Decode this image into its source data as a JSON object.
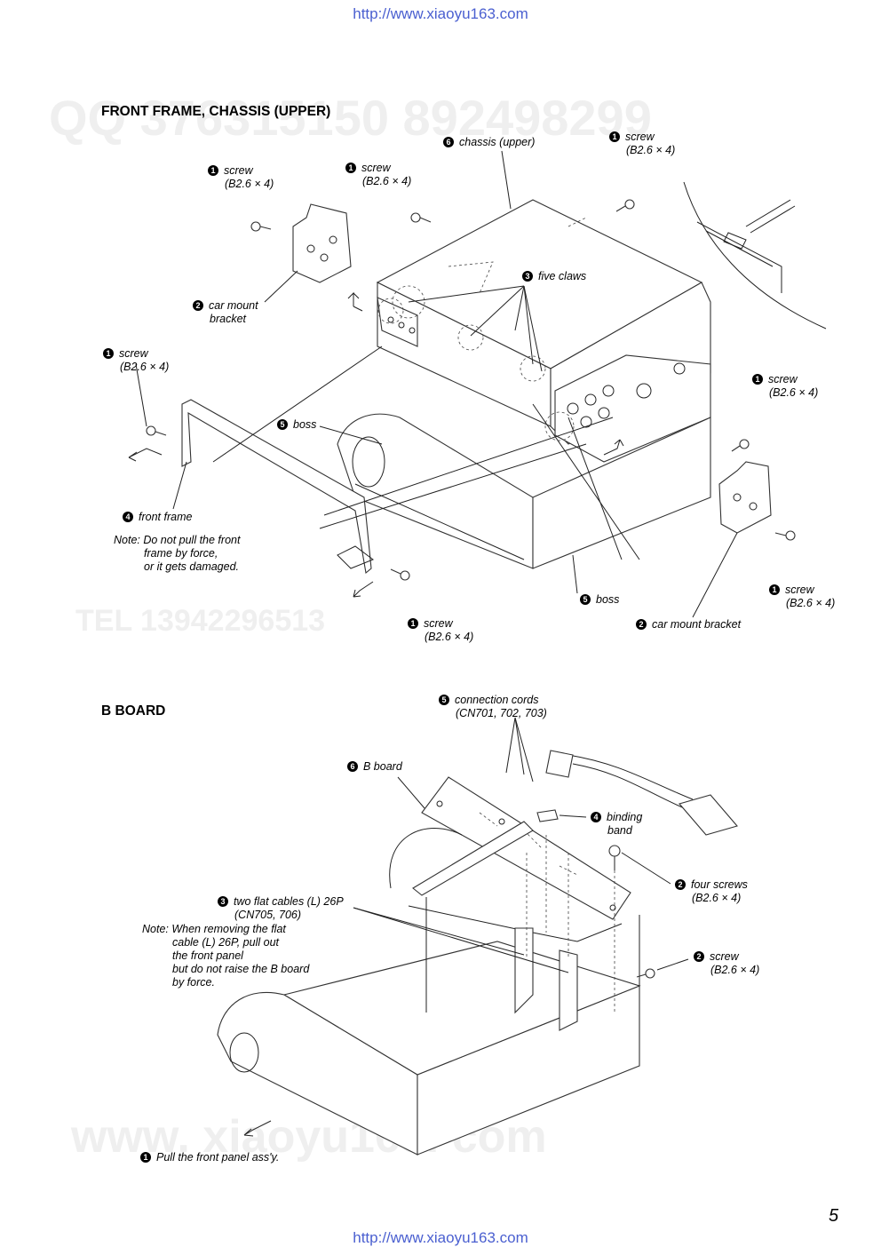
{
  "header_url": "http://www.xiaoyu163.com",
  "footer_url": "http://www.xiaoyu163.com",
  "page_number": "5",
  "watermarks": {
    "qq": "QQ 376315150   892498299",
    "tel": "TEL 13942296513",
    "www": "www. xiaoyu163. com"
  },
  "section1": {
    "title": "FRONT  FRAME,  CHASSIS (UPPER)",
    "labels": {
      "chassis_upper": {
        "num": "6",
        "text": "chassis (upper)"
      },
      "screw_tr": {
        "num": "1",
        "text": "screw",
        "spec": "(B2.6 × 4)"
      },
      "screw_tl": {
        "num": "1",
        "text": "screw",
        "spec": "(B2.6 × 4)"
      },
      "screw_tm": {
        "num": "1",
        "text": "screw",
        "spec": "(B2.6 × 4)"
      },
      "five_claws": {
        "num": "3",
        "text": "five claws"
      },
      "car_mount_l": {
        "num": "2",
        "text": "car mount",
        "text2": "bracket"
      },
      "screw_l": {
        "num": "1",
        "text": "screw",
        "spec": "(B2.6 × 4)"
      },
      "screw_r": {
        "num": "1",
        "text": "screw",
        "spec": "(B2.6 × 4)"
      },
      "boss_top": {
        "num": "5",
        "text": "boss"
      },
      "front_frame": {
        "num": "4",
        "text": "front frame"
      },
      "note_lines": [
        "Note: Do not pull the front",
        "frame by force,",
        "or it gets damaged."
      ],
      "screw_rb": {
        "num": "1",
        "text": "screw",
        "spec": "(B2.6 × 4)"
      },
      "boss_bottom": {
        "num": "5",
        "text": "boss"
      },
      "screw_bm": {
        "num": "1",
        "text": "screw",
        "spec": "(B2.6 × 4)"
      },
      "car_mount_r": {
        "num": "2",
        "text": "car mount bracket"
      }
    }
  },
  "section2": {
    "title": "B  BOARD",
    "labels": {
      "connection_cords": {
        "num": "5",
        "text": "connection cords",
        "spec": "(CN701, 702, 703)"
      },
      "b_board": {
        "num": "6",
        "text": "B board"
      },
      "binding_band": {
        "num": "4",
        "text": "binding",
        "text2": "band"
      },
      "four_screws": {
        "num": "2",
        "text": "four screws",
        "spec": "(B2.6 × 4)"
      },
      "flat_cables": {
        "num": "3",
        "text": "two flat cables (L) 26P",
        "spec": "(CN705, 706)"
      },
      "note_lines": [
        "Note: When removing the flat",
        "cable (L) 26P, pull out",
        "the front panel",
        "but do not raise the B board",
        "by force."
      ],
      "screw": {
        "num": "2",
        "text": "screw",
        "spec": "(B2.6 × 4)"
      },
      "pull_panel": {
        "num": "1",
        "text": "Pull the front panel ass'y."
      }
    }
  }
}
